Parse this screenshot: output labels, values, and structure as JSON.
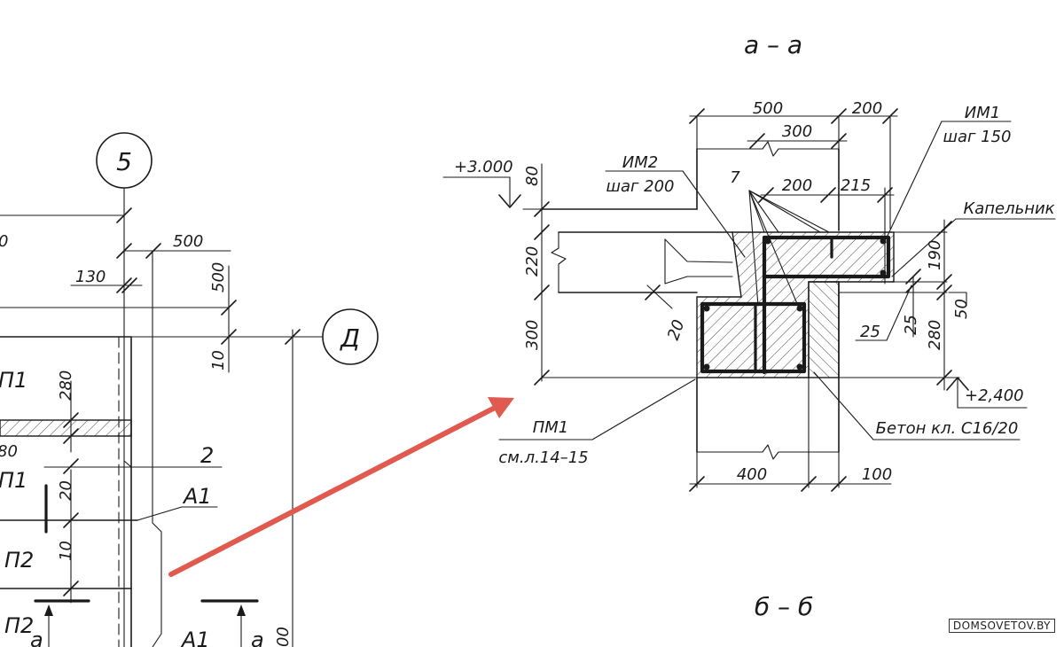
{
  "section_aa": {
    "title": "а – а",
    "dims": {
      "d500_top": "500",
      "d200_top": "200",
      "d300": "300",
      "d200_mid": "200",
      "d215": "215",
      "d7": "7",
      "d80": "80",
      "d220": "220",
      "d300_left": "300",
      "d20": "20",
      "d190": "190",
      "d50": "50",
      "d25a": "25",
      "d25b": "25",
      "d280": "280",
      "d400": "400",
      "d100": "100"
    },
    "labels": {
      "elev_top": "+3.000",
      "elev_bottom": "+2,400",
      "im2": "ИМ2",
      "im2_step": "шаг 200",
      "im1": "ИМ1",
      "im1_step": "шаг 150",
      "kapelnik": "Капельник",
      "pm1": "ПМ1",
      "pm1_ref": "см.л.14–15",
      "beton": "Бетон кл. С16/20"
    }
  },
  "plan_left": {
    "axis_5": "5",
    "axis_d": "Д",
    "dims": {
      "d500_a": "500",
      "d130": "130",
      "d500_b": "500",
      "d10_a": "10",
      "d280": "280",
      "d80": "80",
      "d20": "20",
      "d10_b": "10",
      "d0": "0",
      "d00": "00"
    },
    "labels": {
      "p1_a": "П1",
      "p1_b": "П1",
      "p2_a": "П2",
      "p2_b": "П2",
      "a1_a": "А1",
      "a1_b": "А1",
      "n2": "2",
      "a_a": "а",
      "a_b": "а"
    }
  },
  "section_bb": {
    "title": "б – б"
  },
  "watermark": "DOMSOVETOV.BY",
  "colors": {
    "ink": "#1a1a1a",
    "arrow": "#e05a4f",
    "background": "#ffffff"
  }
}
